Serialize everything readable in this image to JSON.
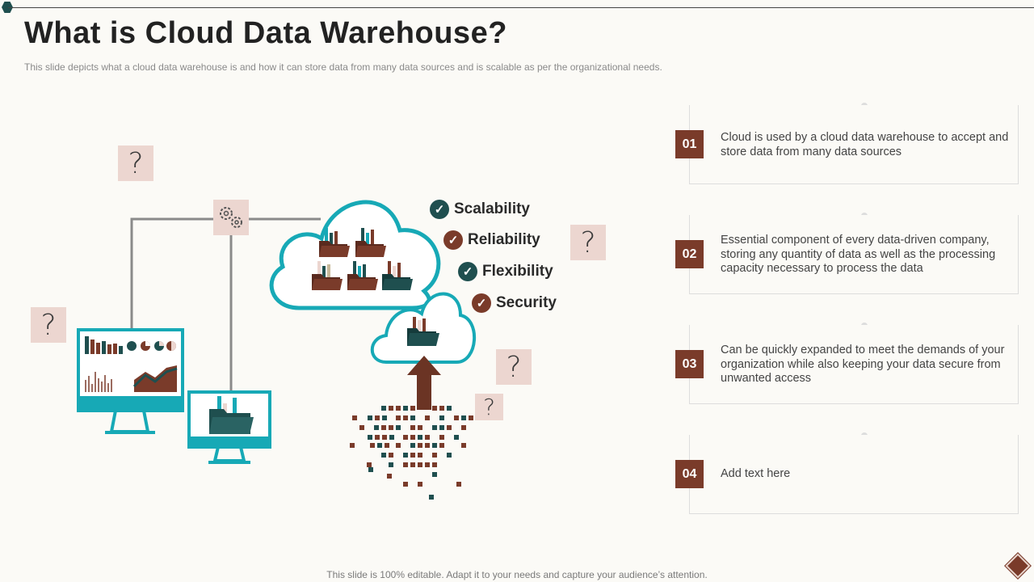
{
  "header": {
    "title": "What is Cloud Data Warehouse?",
    "subtitle": "This slide depicts what a cloud data warehouse is and how it can store data from many data sources and is scalable as per the organizational needs."
  },
  "features": [
    {
      "label": "Scalability",
      "color": "#1f4f4f"
    },
    {
      "label": "Reliability",
      "color": "#7a3b2a"
    },
    {
      "label": "Flexibility",
      "color": "#1f4f4f"
    },
    {
      "label": "Security",
      "color": "#7a3b2a"
    }
  ],
  "points": [
    {
      "number": "01",
      "text": "Cloud is used by a cloud data warehouse to accept and store data from many data sources"
    },
    {
      "number": "02",
      "text": "Essential component of every data-driven company, storing any quantity of data as well as the processing capacity necessary to process the data"
    },
    {
      "number": "03",
      "text": "Can be quickly expanded to meet the demands of your organization while also keeping your data secure from unwanted access"
    },
    {
      "number": "04",
      "text": "Add text here"
    }
  ],
  "icons": {
    "question": "?",
    "check": "✓",
    "gear": "gear-icon"
  },
  "colors": {
    "teal": "#17a9b6",
    "dark_teal": "#1f4f4f",
    "brown": "#7a3b2a",
    "pink": "#ecd6d0"
  },
  "footer": {
    "text": "This slide is 100% editable. Adapt it to your needs and capture your audience’s attention."
  }
}
